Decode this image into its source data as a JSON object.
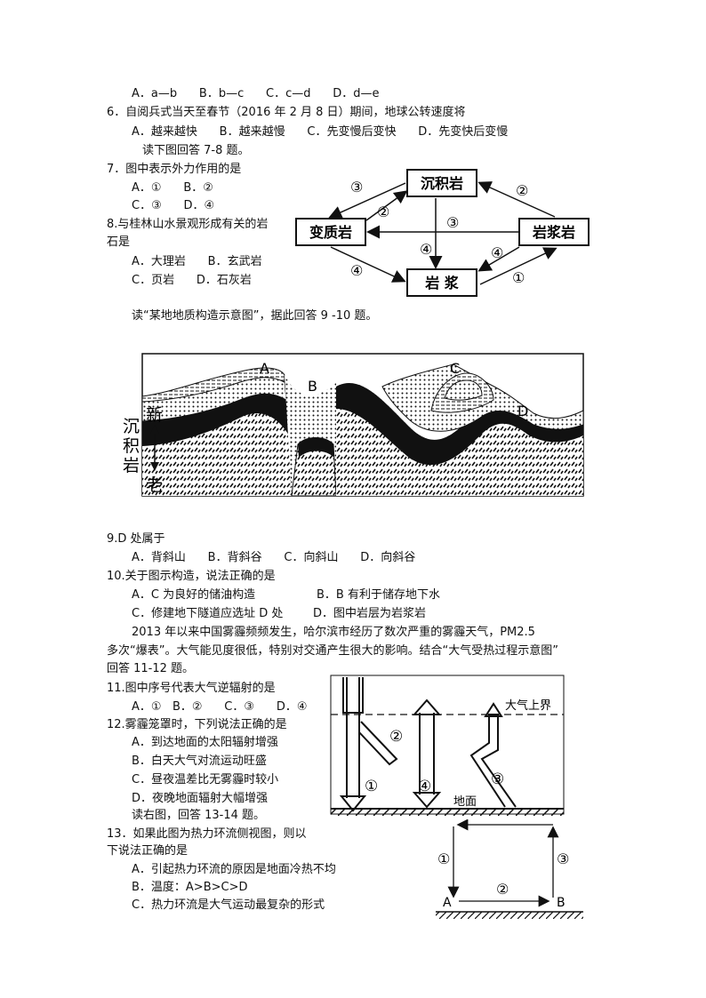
{
  "lines": {
    "l5_opts": "A．a—b      B．b—c      C．c—d      D．d—e",
    "q6": "6．自阅兵式当天至春节（2016 年 2 月 8 日）期间，地球公转速度将",
    "q6_opts": "A．越来越快      B．越来越慢      C．先变慢后变快      D．先变快后变慢",
    "read_7_8": "读下图回答 7-8 题。",
    "q7": "7．图中表示外力作用的是",
    "q7_opts1": "A．①      B．②",
    "q7_opts2": "C．③      D．④",
    "q8a": "8.与桂林山水景观形成有关的岩",
    "q8b": "石是",
    "q8_opts1": "A．大理岩      B．玄武岩",
    "q8_opts2": "C．页岩      D．石灰岩",
    "read_9_10": "读“某地地质构造示意图”，据此回答 9 -10 题。",
    "q9": "9.D 处属于",
    "q9_opts": "A．背斜山      B．背斜谷      C．向斜山      D．向斜谷",
    "q10": "10.关于图示构造，说法正确的是",
    "q10_a": "A．C 为良好的储油构造",
    "q10_b": "B．B 有利于储存地下水",
    "q10_c": "C．修建地下隧道应选址 D 处",
    "q10_d": "D．图中岩层为岩浆岩",
    "intro_11a": "2013 年以来中国雾霾频频发生，哈尔滨市经历了数次严重的雾霾天气，PM2.5",
    "intro_11b": "多次“爆表”。大气能见度很低，特别对交通产生很大的影响。结合“大气受热过程示意图”",
    "intro_11c": "回答 11-12 题。",
    "q11": "11.图中序号代表大气逆辐射的是",
    "q11_opts": "A．①   B．②      C．③      D．④",
    "q12": "12.雾霾笼罩时，下列说法正确的是",
    "q12_a": "A．到达地面的太阳辐射增强",
    "q12_b": "B．白天大气对流运动旺盛",
    "q12_c": "C．昼夜温差比无雾霾时较小",
    "q12_d": "D．夜晚地面辐射大幅增强",
    "read_13_14": "读右图，回答 13-14 题。",
    "q13a": "13．如果此图为热力环流侧视图，则以",
    "q13b": "下说法正确的是",
    "q13_a": "A．引起热力环流的原因是地面冷热不均",
    "q13_b": "B．温度：A>B>C>D",
    "q13_c": "C．热力环流是大气运动最复杂的形式"
  },
  "rock_cycle": {
    "sedimentary": "沉积岩",
    "metamorphic": "变质岩",
    "igneous": "岩浆岩",
    "magma": "岩  浆",
    "n1": "①",
    "n2": "②",
    "n3": "③",
    "n4": "④"
  },
  "geology": {
    "label_A": "A",
    "label_B": "B",
    "label_C": "C",
    "label_D": "D",
    "new": "新",
    "sed1": "沉",
    "sed2": "积",
    "sed3": "岩",
    "old": "老"
  },
  "atmosphere": {
    "upper": "大气上界",
    "ground": "地面",
    "n1": "①",
    "n2": "②",
    "n3": "③",
    "n4": "④"
  },
  "circulation": {
    "A": "A",
    "B": "B",
    "n1": "①",
    "n2": "②",
    "n3": "③"
  }
}
